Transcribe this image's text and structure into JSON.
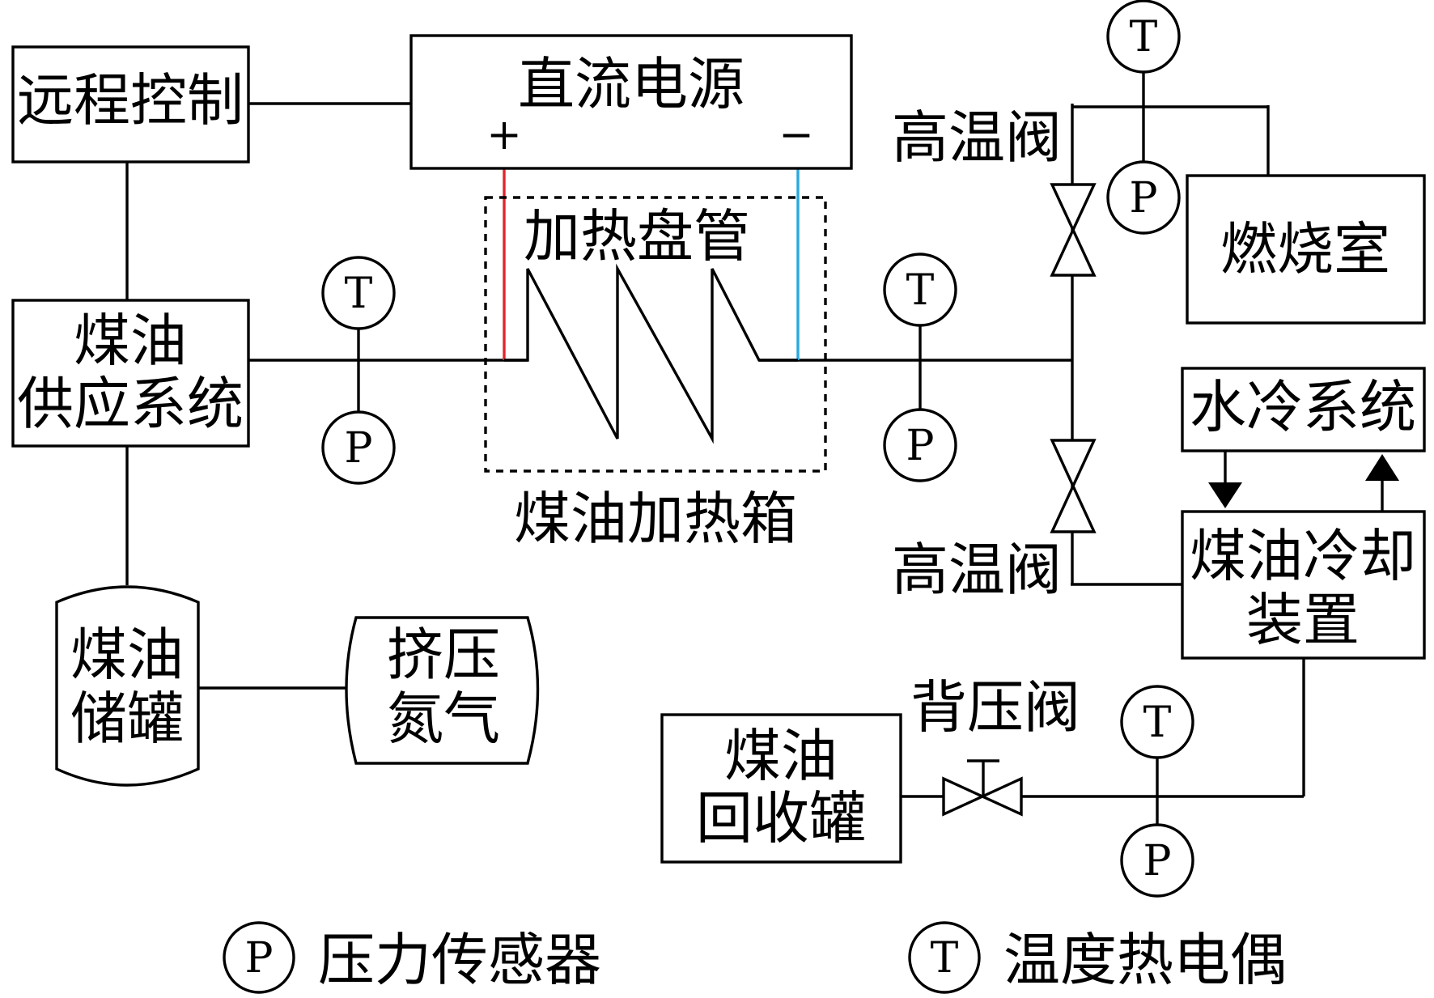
{
  "colors": {
    "positive_lead": "#e3242b",
    "negative_lead": "#29a8e0",
    "line": "#000000"
  },
  "labels": {
    "remote_control": "远程控制",
    "dc_power": "直流电源",
    "plus": "+",
    "minus": "−",
    "heating_coil": "加热盘管",
    "heating_box": "煤油加热箱",
    "kerosene_supply_1": "煤油",
    "kerosene_supply_2": "供应系统",
    "kerosene_tank_1": "煤油",
    "kerosene_tank_2": "储罐",
    "nitrogen_1": "挤压",
    "nitrogen_2": "氮气",
    "hv_top": "高温阀",
    "hv_bottom": "高温阀",
    "combustor": "燃烧室",
    "water_cooling": "水冷系统",
    "kerosene_cooler_1": "煤油冷却",
    "kerosene_cooler_2": "装置",
    "back_pressure_valve": "背压阀",
    "recovery_tank_1": "煤油",
    "recovery_tank_2": "回收罐"
  },
  "sensors": {
    "p": "P",
    "t": "T"
  },
  "legend": {
    "p_symbol": "P",
    "p_label": "压力传感器",
    "t_symbol": "T",
    "t_label": "温度热电偶"
  }
}
